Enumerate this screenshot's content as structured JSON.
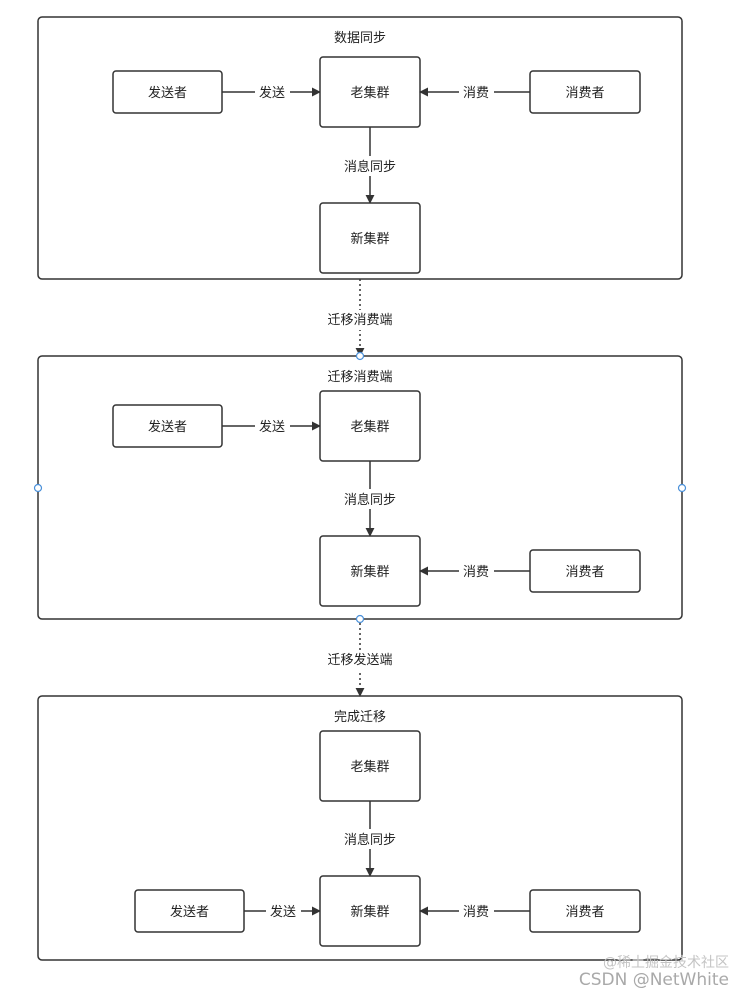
{
  "colors": {
    "stroke": "#333333",
    "text": "#222222",
    "handle": "#4a90d9",
    "watermark": "#b0b0b0"
  },
  "panel1": {
    "title": "数据同步",
    "producer": "发送者",
    "send_label": "发送",
    "old_cluster": "老集群",
    "consume_label": "消费",
    "consumer": "消费者",
    "sync_label": "消息同步",
    "new_cluster": "新集群"
  },
  "transition1": {
    "label": "迁移消费端"
  },
  "panel2": {
    "title": "迁移消费端",
    "producer": "发送者",
    "send_label": "发送",
    "old_cluster": "老集群",
    "sync_label": "消息同步",
    "new_cluster": "新集群",
    "consume_label": "消费",
    "consumer": "消费者"
  },
  "transition2": {
    "label": "迁移发送端"
  },
  "panel3": {
    "title": "完成迁移",
    "old_cluster": "老集群",
    "sync_label": "消息同步",
    "producer": "发送者",
    "send_label": "发送",
    "new_cluster": "新集群",
    "consume_label": "消费",
    "consumer": "消费者"
  },
  "watermark": {
    "line1": "@稀土掘金技术社区",
    "line2": "CSDN @NetWhite"
  }
}
